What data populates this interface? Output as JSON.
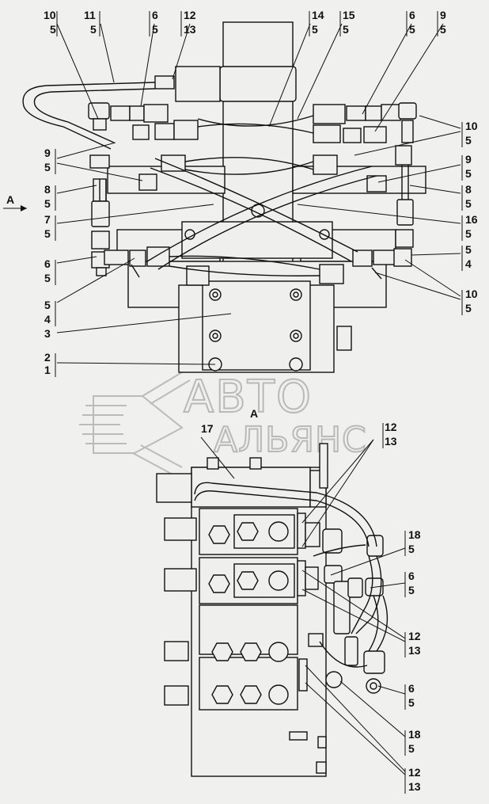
{
  "watermark": {
    "line1": "АВТО",
    "line2": "АЛЬЯНС"
  },
  "view_marker": {
    "arrow_label": "A",
    "section_label": "A"
  },
  "callouts_top": [
    {
      "num": "10",
      "den": "5"
    },
    {
      "num": "11",
      "den": "5"
    },
    {
      "num": "6",
      "den": "5"
    },
    {
      "num": "12",
      "den": "13"
    },
    {
      "num": "14",
      "den": "5"
    },
    {
      "num": "15",
      "den": "5"
    },
    {
      "num": "6",
      "den": "5"
    },
    {
      "num": "9",
      "den": "5"
    }
  ],
  "callouts_left": [
    {
      "num": "9",
      "den": "5"
    },
    {
      "num": "8",
      "den": "5"
    },
    {
      "num": "7",
      "den": "5"
    },
    {
      "num": "6",
      "den": "5"
    },
    {
      "num": "5",
      "den": "4"
    },
    {
      "num": "2",
      "den": "1"
    }
  ],
  "callout_single": {
    "part3": "3",
    "part17": "17"
  },
  "callouts_right_top": [
    {
      "num": "10",
      "den": "5"
    },
    {
      "num": "9",
      "den": "5"
    },
    {
      "num": "8",
      "den": "5"
    },
    {
      "num": "16",
      "den": "5"
    },
    {
      "num": "5",
      "den": "4"
    },
    {
      "num": "10",
      "den": "5"
    }
  ],
  "callouts_bottom": [
    {
      "num": "12",
      "den": "13"
    },
    {
      "num": "18",
      "den": "5"
    },
    {
      "num": "6",
      "den": "5"
    },
    {
      "num": "12",
      "den": "13"
    },
    {
      "num": "6",
      "den": "5"
    },
    {
      "num": "18",
      "den": "5"
    },
    {
      "num": "12",
      "den": "13"
    }
  ]
}
